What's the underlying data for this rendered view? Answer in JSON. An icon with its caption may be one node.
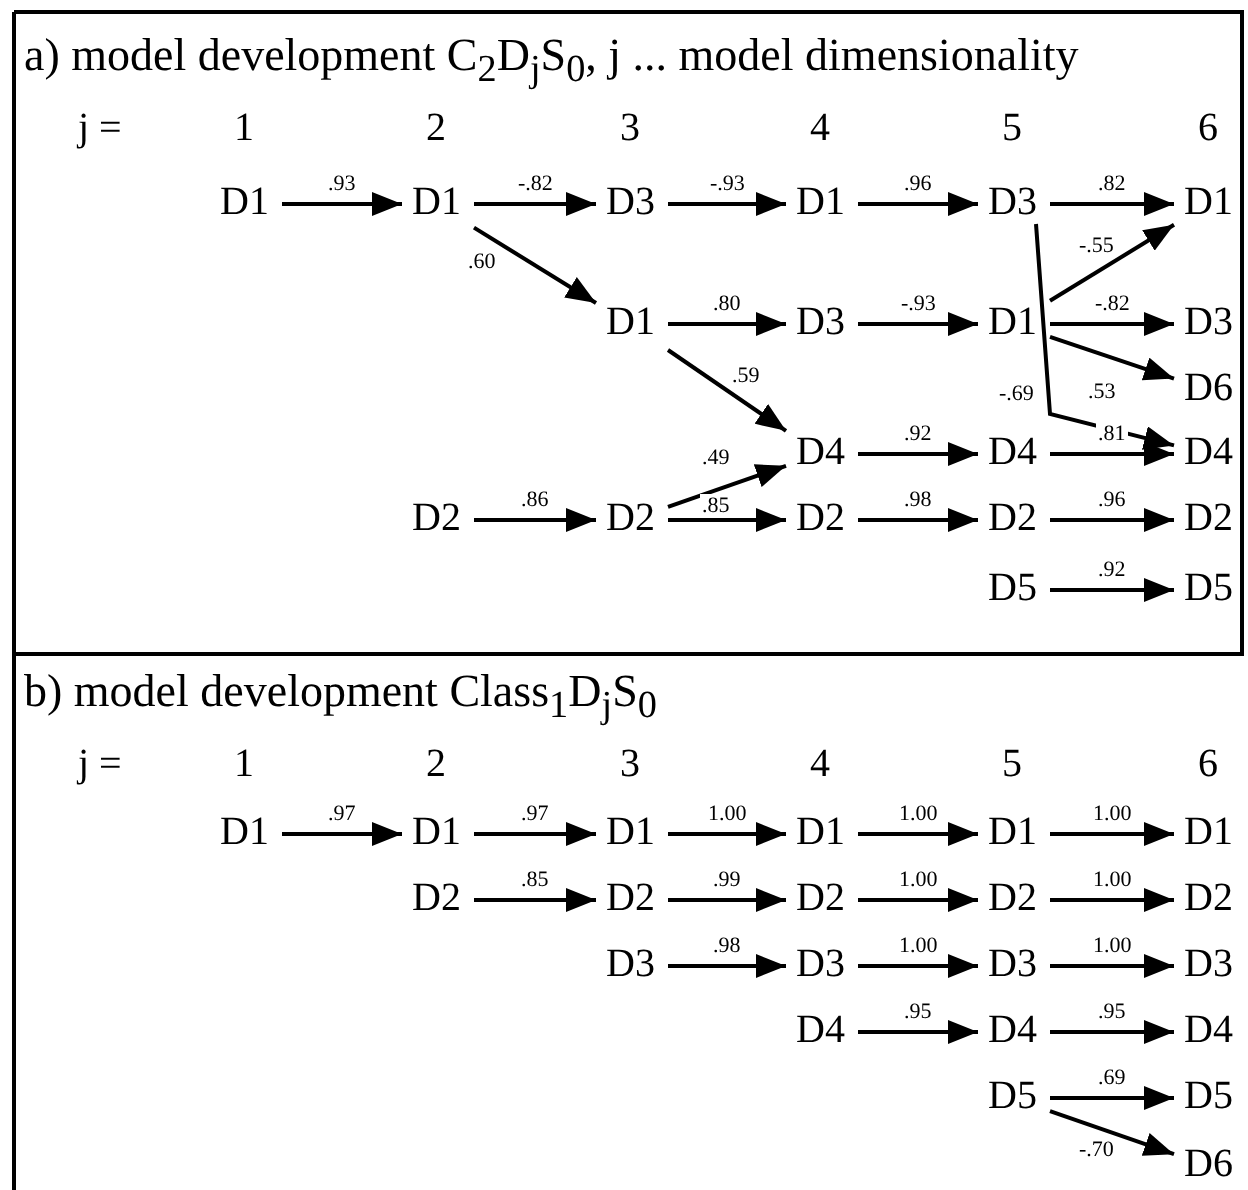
{
  "diagram": {
    "nodes": [
      {
        "text": [
          "D1"
        ]
      },
      {
        "text": [
          "D1"
        ]
      },
      {
        "text": [
          "D3"
        ]
      },
      {
        "text": [
          "D1"
        ]
      },
      {
        "text": [
          "D3"
        ]
      },
      {
        "text": [
          "D1"
        ]
      },
      {
        "text": [
          "D1"
        ]
      },
      {
        "text": [
          "D3"
        ]
      },
      {
        "text": [
          "D1"
        ]
      },
      {
        "text": [
          "D3"
        ]
      },
      {
        "text": [
          "D6"
        ]
      },
      {
        "text": [
          "D4"
        ]
      },
      {
        "text": [
          "D4"
        ]
      },
      {
        "text": [
          "D4"
        ]
      },
      {
        "text": [
          "D2"
        ]
      },
      {
        "text": [
          "D2"
        ]
      },
      {
        "text": [
          "D2"
        ]
      },
      {
        "text": [
          "D2"
        ]
      },
      {
        "text": [
          "D2"
        ]
      },
      {
        "text": [
          "D5"
        ]
      },
      {
        "text": [
          "D5"
        ]
      },
      {
        "text": [
          "D1"
        ]
      },
      {
        "text": [
          "D1"
        ]
      },
      {
        "text": [
          "D1"
        ]
      },
      {
        "text": [
          "D1"
        ]
      },
      {
        "text": [
          "D1"
        ]
      },
      {
        "text": [
          "D1"
        ]
      },
      {
        "text": [
          "D2"
        ]
      },
      {
        "text": [
          "D2"
        ]
      },
      {
        "text": [
          "D2"
        ]
      },
      {
        "text": [
          "D2"
        ]
      },
      {
        "text": [
          "D2"
        ]
      },
      {
        "text": [
          "D3"
        ]
      },
      {
        "text": [
          "D3"
        ]
      },
      {
        "text": [
          "D3"
        ]
      },
      {
        "text": [
          "D3"
        ]
      },
      {
        "text": [
          "D4"
        ]
      },
      {
        "text": [
          "D4"
        ]
      },
      {
        "text": [
          "D4"
        ]
      },
      {
        "text": [
          "D5"
        ]
      },
      {
        "text": [
          "D5"
        ]
      },
      {
        "text": [
          "D6"
        ]
      }
    ],
    "edges": [
      {
        "from": 0,
        "to": 1,
        "arrow": "to",
        "label": ".93"
      },
      {
        "from": 1,
        "to": 2,
        "arrow": "to",
        "label": "-.82"
      },
      {
        "from": 1,
        "to": 6,
        "arrow": "to",
        "label": ".60"
      },
      {
        "from": 2,
        "to": 3,
        "arrow": "to",
        "label": "-.93"
      },
      {
        "from": 3,
        "to": 4,
        "arrow": "to",
        "label": ".96"
      },
      {
        "from": 4,
        "to": 5,
        "arrow": "to",
        "label": ".82"
      },
      {
        "from": 4,
        "to": 13,
        "arrow": "to",
        "label": "-.69"
      },
      {
        "from": 6,
        "to": 7,
        "arrow": "to",
        "label": ".80"
      },
      {
        "from": 6,
        "to": 11,
        "arrow": "to",
        "label": ".59"
      },
      {
        "from": 7,
        "to": 8,
        "arrow": "to",
        "label": "-.93"
      },
      {
        "from": 8,
        "to": 5,
        "arrow": "to",
        "label": "-.55"
      },
      {
        "from": 8,
        "to": 9,
        "arrow": "to",
        "label": "-.82"
      },
      {
        "from": 8,
        "to": 10,
        "arrow": "to",
        "label": ".53"
      },
      {
        "from": 11,
        "to": 12,
        "arrow": "to",
        "label": ".92"
      },
      {
        "from": 12,
        "to": 13,
        "arrow": "to",
        "label": ".81"
      },
      {
        "from": 14,
        "to": 15,
        "arrow": "to",
        "label": ".86"
      },
      {
        "from": 15,
        "to": 11,
        "arrow": "to",
        "label": ".49"
      },
      {
        "from": 15,
        "to": 16,
        "arrow": "to",
        "label": ".85"
      },
      {
        "from": 16,
        "to": 17,
        "arrow": "to",
        "label": ".98"
      },
      {
        "from": 17,
        "to": 18,
        "arrow": "to",
        "label": ".96"
      },
      {
        "from": 19,
        "to": 20,
        "arrow": "to",
        "label": ".92"
      },
      {
        "from": 21,
        "to": 22,
        "arrow": "to",
        "label": ".97"
      },
      {
        "from": 22,
        "to": 23,
        "arrow": "to",
        "label": ".97"
      },
      {
        "from": 23,
        "to": 24,
        "arrow": "to",
        "label": "1.00"
      },
      {
        "from": 24,
        "to": 25,
        "arrow": "to",
        "label": "1.00"
      },
      {
        "from": 25,
        "to": 26,
        "arrow": "to",
        "label": "1.00"
      },
      {
        "from": 27,
        "to": 28,
        "arrow": "to",
        "label": ".85"
      },
      {
        "from": 28,
        "to": 29,
        "arrow": "to",
        "label": ".99"
      },
      {
        "from": 29,
        "to": 30,
        "arrow": "to",
        "label": "1.00"
      },
      {
        "from": 30,
        "to": 31,
        "arrow": "to",
        "label": "1.00"
      },
      {
        "from": 32,
        "to": 33,
        "arrow": "to",
        "label": ".98"
      },
      {
        "from": 33,
        "to": 34,
        "arrow": "to",
        "label": "1.00"
      },
      {
        "from": 34,
        "to": 35,
        "arrow": "to",
        "label": "1.00"
      },
      {
        "from": 36,
        "to": 37,
        "arrow": "to",
        "label": ".95"
      },
      {
        "from": 37,
        "to": 38,
        "arrow": "to",
        "label": ".95"
      },
      {
        "from": 39,
        "to": 40,
        "arrow": "to",
        "label": ".69"
      },
      {
        "from": 39,
        "to": 41,
        "arrow": "to",
        "label": "-.70"
      }
    ],
    "labels": [
      "a) model development C$_{2}$D$_{j}$S$_{0}$, j ... model dimensionality",
      "j =",
      "1",
      "2",
      "3",
      "4",
      "5",
      "6",
      "b) model development Class$_{1}$D$_{j}$S$_{0}$",
      "j =",
      "1",
      "2",
      "3",
      "4",
      "5",
      "6"
    ]
  }
}
